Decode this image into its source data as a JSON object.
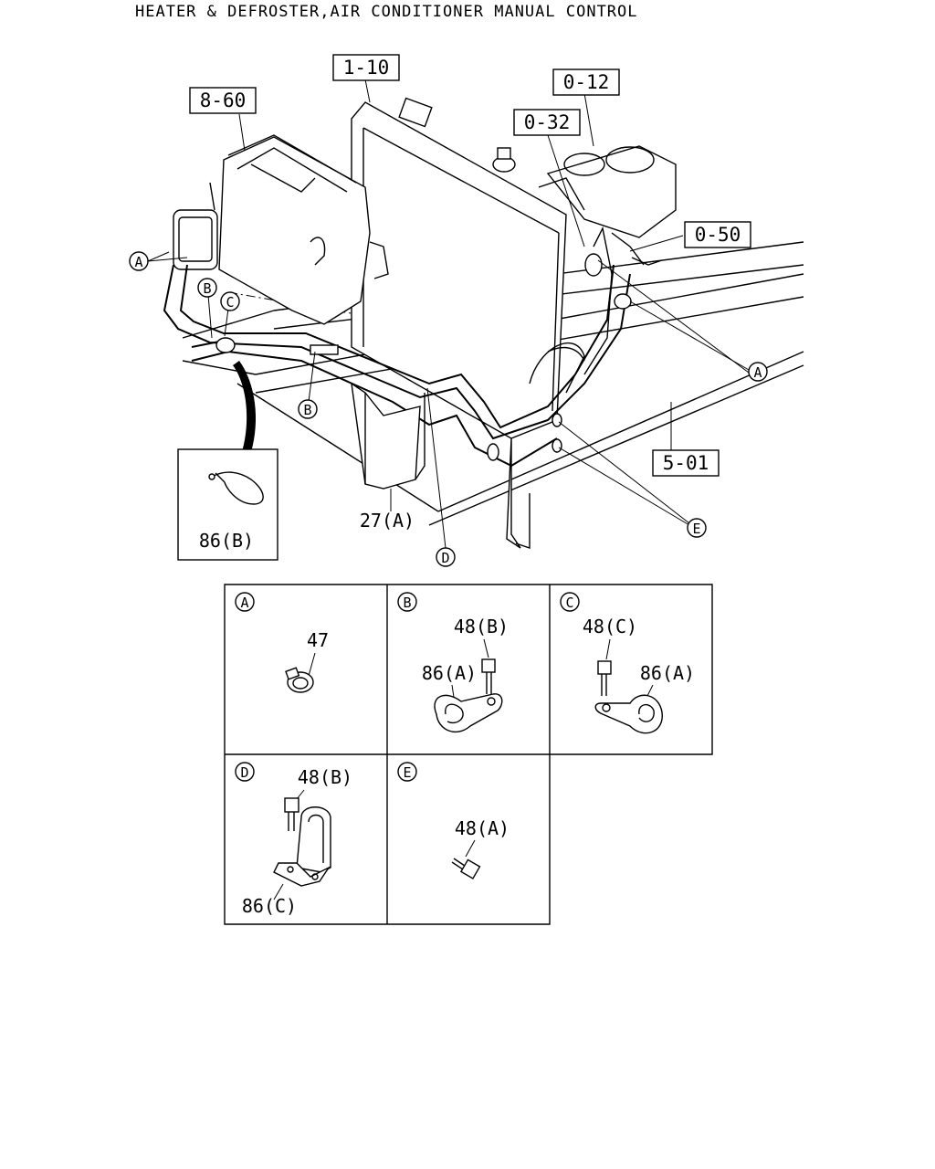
{
  "title": "HEATER & DEFROSTER,AIR CONDITIONER MANUAL CONTROL",
  "ref_boxes": [
    {
      "id": "ref-8-60",
      "label": "8-60"
    },
    {
      "id": "ref-1-10",
      "label": "1-10"
    },
    {
      "id": "ref-0-12",
      "label": "0-12"
    },
    {
      "id": "ref-0-32",
      "label": "0-32"
    },
    {
      "id": "ref-0-50",
      "label": "0-50"
    },
    {
      "id": "ref-5-01",
      "label": "5-01"
    }
  ],
  "callouts": {
    "a_left": "A",
    "b_top": "B",
    "c_top": "C",
    "b_bottom": "B",
    "d": "D",
    "a_right": "A",
    "e": "E"
  },
  "main_labels": {
    "part_27a": "27(A)",
    "inset_86b": "86(B)"
  },
  "detail_panels": [
    {
      "letter": "A",
      "labels": [
        "47"
      ]
    },
    {
      "letter": "B",
      "labels": [
        "48(B)",
        "86(A)"
      ]
    },
    {
      "letter": "C",
      "labels": [
        "48(C)",
        "86(A)"
      ]
    },
    {
      "letter": "D",
      "labels": [
        "48(B)",
        "86(C)"
      ]
    },
    {
      "letter": "E",
      "labels": [
        "48(A)"
      ]
    }
  ]
}
